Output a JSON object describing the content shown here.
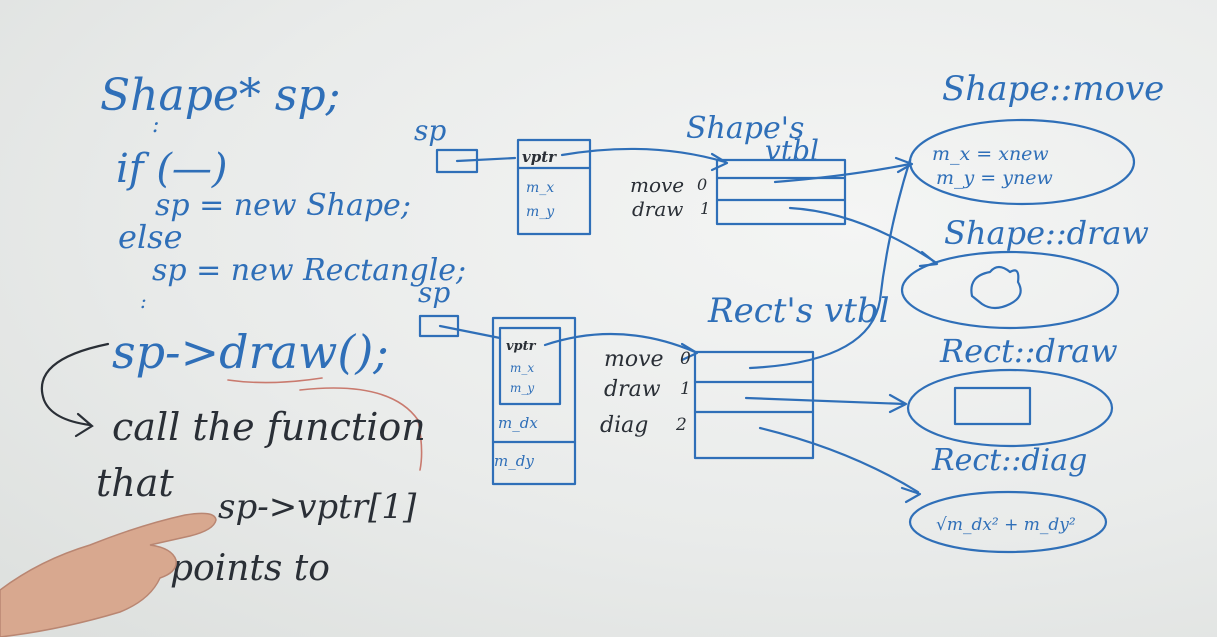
{
  "code": {
    "line1": "Shape* sp;",
    "dots1": ":",
    "line2": "if (—)",
    "line3": "sp = new Shape;",
    "line4": "else",
    "line5": "sp = new Rectangle;",
    "dots2": ":",
    "line6": "sp->draw();"
  },
  "explanation": {
    "line1": "call the function",
    "line2_a": "that",
    "line2_b": "sp->vptr[1]",
    "line3": "points to"
  },
  "shape_object": {
    "pointer_label": "sp",
    "fields": [
      "vptr",
      "m_x",
      "m_y"
    ]
  },
  "rect_object": {
    "pointer_label": "sp",
    "fields": [
      "vptr",
      "m_x",
      "m_y",
      "m_dx",
      "m_dy"
    ]
  },
  "shape_vtbl": {
    "title_line1": "Shape's",
    "title_line2": "vtbl",
    "entries": [
      {
        "name": "move",
        "index": "0"
      },
      {
        "name": "draw",
        "index": "1"
      }
    ]
  },
  "rect_vtbl": {
    "title": "Rect's vtbl",
    "entries": [
      {
        "name": "move",
        "index": "0"
      },
      {
        "name": "draw",
        "index": "1"
      },
      {
        "name": "diag",
        "index": "2"
      }
    ]
  },
  "functions": {
    "shape_move": {
      "title": "Shape::move",
      "body_line1": "m_x = xnew",
      "body_line2": "m_y = ynew"
    },
    "shape_draw": {
      "title": "Shape::draw"
    },
    "rect_draw": {
      "title": "Rect::draw"
    },
    "rect_diag": {
      "title": "Rect::diag",
      "body": "√m_dx² + m_dy²"
    }
  },
  "colors": {
    "ink_blue": "#2f6fb8",
    "ink_black": "#2a2f36",
    "ink_red": "#c97a6e",
    "board": "#eceeed"
  }
}
